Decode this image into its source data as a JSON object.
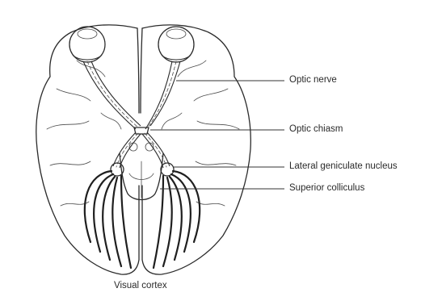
{
  "labels": {
    "optic_nerve": "Optic nerve",
    "optic_chiasm": "Optic chiasm",
    "lateral_geniculate_nucleus": "Lateral geniculate nucleus",
    "superior_colliculus": "Superior colliculus",
    "visual_cortex": "Visual cortex"
  },
  "colors": {
    "line": "#2b2b2b",
    "background": "#ffffff"
  }
}
